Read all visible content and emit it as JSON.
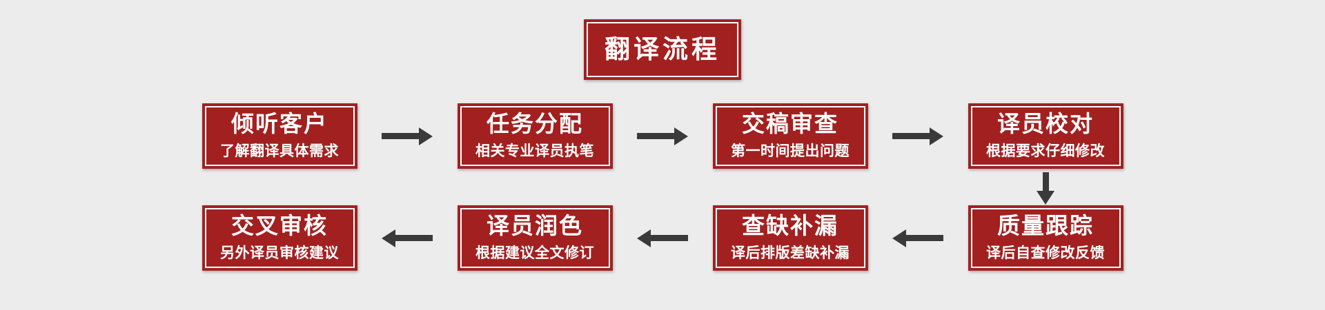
{
  "title": "翻译流程",
  "flow": {
    "row1": [
      {
        "title": "倾听客户",
        "subtitle": "了解翻译具体需求"
      },
      {
        "title": "任务分配",
        "subtitle": "相关专业译员执笔"
      },
      {
        "title": "交稿审查",
        "subtitle": "第一时间提出问题"
      },
      {
        "title": "译员校对",
        "subtitle": "根据要求仔细修改"
      }
    ],
    "row2": [
      {
        "title": "交叉审核",
        "subtitle": "另外译员审核建议"
      },
      {
        "title": "译员润色",
        "subtitle": "根据建议全文修订"
      },
      {
        "title": "查缺补漏",
        "subtitle": "译后排版差缺补漏"
      },
      {
        "title": "质量跟踪",
        "subtitle": "译后自查修改反馈"
      }
    ]
  },
  "colors": {
    "background": "#ececec",
    "box": "#a32020",
    "text": "#ffffff",
    "arrow": "#3a3a3a"
  }
}
